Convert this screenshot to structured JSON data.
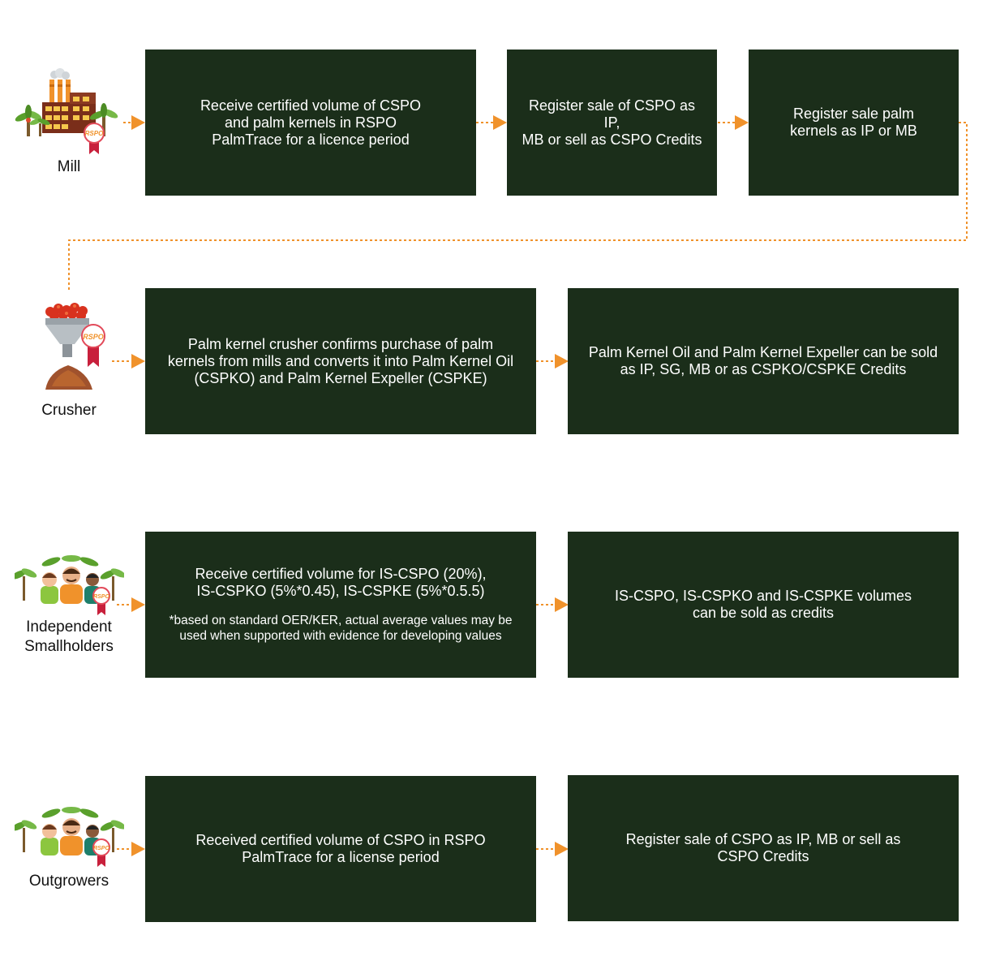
{
  "colors": {
    "box_fill": "#1b2e1a",
    "box_text": "#ffffff",
    "connector": "#f0922b",
    "label_text": "#111111"
  },
  "actors": {
    "mill": {
      "label": "Mill",
      "icon": "mill-factory-icon"
    },
    "crusher": {
      "label": "Crusher",
      "icon": "crusher-funnel-icon"
    },
    "independent": {
      "label": "Independent\nSmallholders",
      "icon": "smallholders-group-icon"
    },
    "outgrowers": {
      "label": "Outgrowers",
      "icon": "outgrowers-group-icon"
    }
  },
  "badge_text": "RSPO",
  "rows": {
    "mill": [
      {
        "text": "Receive certified volume of CSPO\nand palm kernels in RSPO\nPalmTrace for a licence period"
      },
      {
        "text": "Register sale of CSPO as IP,\nMB or sell as CSPO Credits"
      },
      {
        "text": "Register sale palm\nkernels as IP or MB"
      }
    ],
    "crusher": [
      {
        "text": "Palm kernel crusher confirms purchase of palm\nkernels from mills and converts it into Palm Kernel Oil\n(CSPKO) and Palm Kernel Expeller (CSPKE)"
      },
      {
        "text": "Palm Kernel Oil and Palm Kernel Expeller can be sold\nas IP, SG, MB or as CSPKO/CSPKE Credits"
      }
    ],
    "independent": [
      {
        "text": "Receive certified volume for IS-CSPO (20%),\nIS-CSPKO (5%*0.45), IS-CSPKE (5%*0.5.5)",
        "note": "*based on standard OER/KER, actual average values may be\nused when supported with evidence for developing values"
      },
      {
        "text": "IS-CSPO, IS-CSPKO and IS-CSPKE volumes\ncan be sold as credits"
      }
    ],
    "outgrowers": [
      {
        "text": "Received certified volume of CSPO in RSPO\nPalmTrace for a license period"
      },
      {
        "text": "Register sale of CSPO as IP, MB or sell as\nCSPO Credits"
      }
    ]
  }
}
